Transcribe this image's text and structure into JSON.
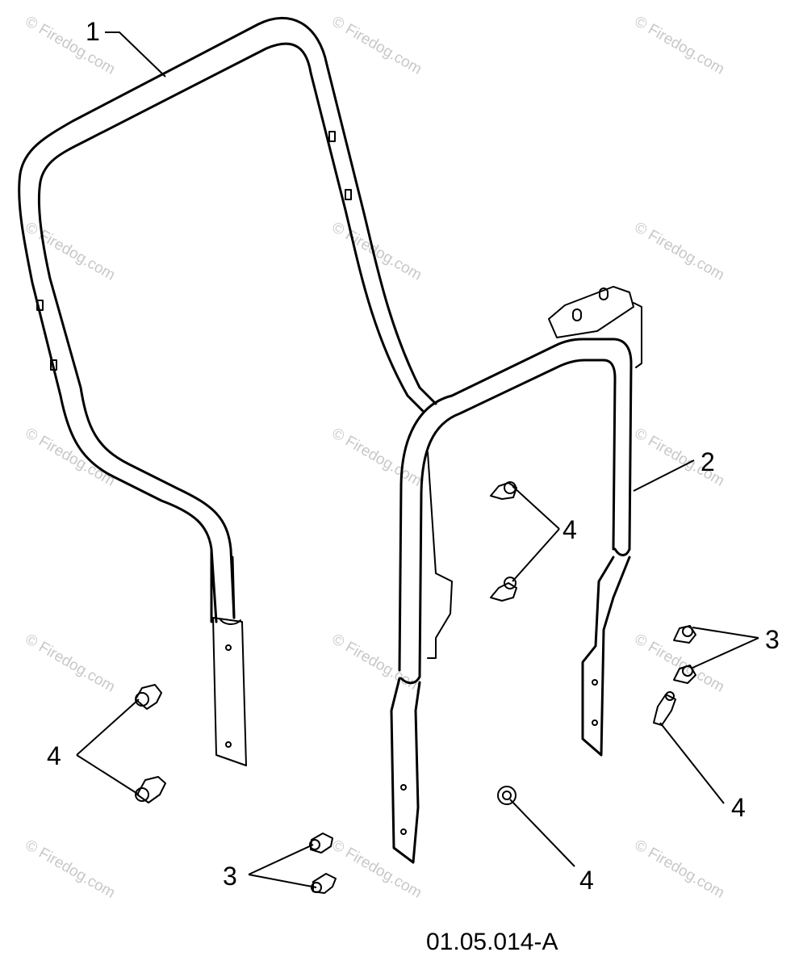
{
  "diagram": {
    "figure_id": "01.05.014-A",
    "watermark": "© Firedog.com",
    "callouts": {
      "c1": "1",
      "c2": "2",
      "c3a": "3",
      "c3b": "3",
      "c4a": "4",
      "c4b": "4",
      "c4c": "4",
      "c4d": "4"
    }
  }
}
